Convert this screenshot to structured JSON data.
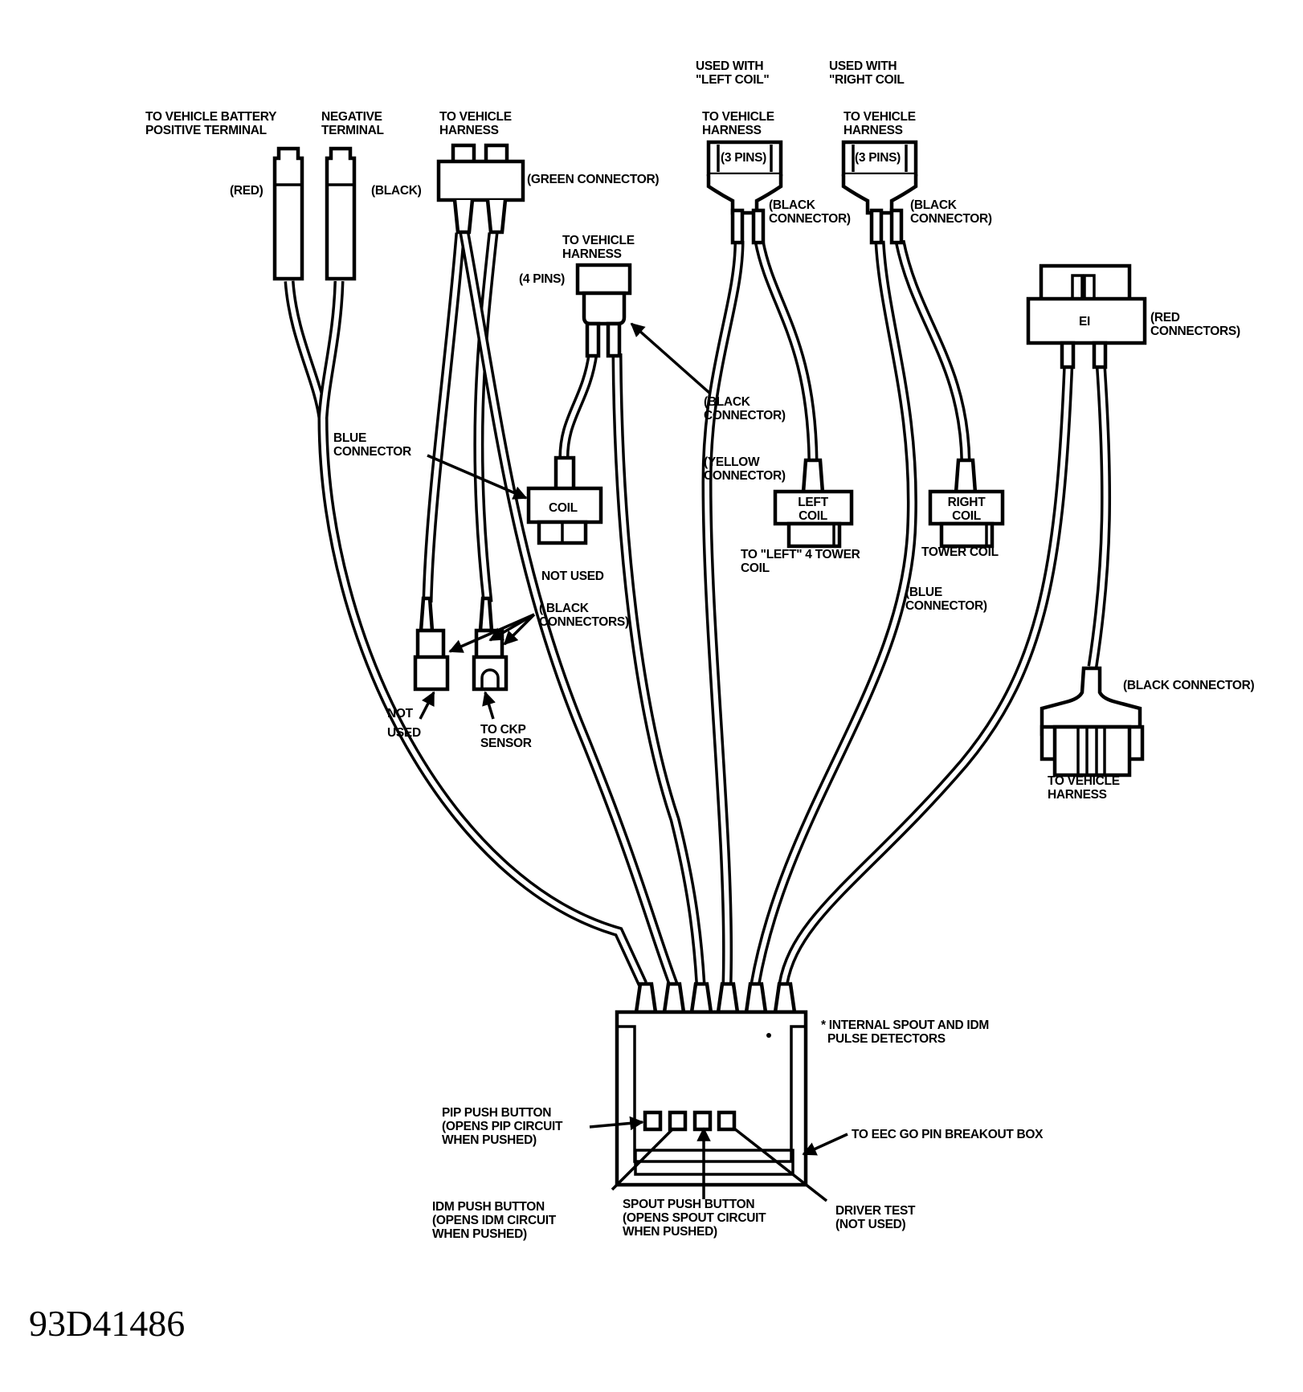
{
  "figure_id": "93D41486",
  "labels": {
    "battery_pos": [
      "TO VEHICLE BATTERY",
      "POSITIVE TERMINAL"
    ],
    "battery_neg": [
      "NEGATIVE",
      "TERMINAL"
    ],
    "red": "(RED)",
    "black": "(BLACK)",
    "green_harness": [
      "TO VEHICLE",
      "HARNESS"
    ],
    "green_connector": "(GREEN CONNECTOR)",
    "four_pin_harness": [
      "TO VEHICLE",
      "HARNESS"
    ],
    "four_pins": "(4 PINS)",
    "left_used_with": [
      "USED WITH",
      "\"LEFT COIL\""
    ],
    "right_used_with": [
      "USED WITH",
      "\"RIGHT COIL"
    ],
    "left_harness": [
      "TO VEHICLE",
      "HARNESS"
    ],
    "right_harness": [
      "TO VEHICLE",
      "HARNESS"
    ],
    "three_pins_left": "(3 PINS)",
    "three_pins_right": "(3 PINS)",
    "left_black_connector": [
      "(BLACK",
      "CONNECTOR)"
    ],
    "right_black_connector": [
      "(BLACK",
      "CONNECTOR)"
    ],
    "ei_label": "EI",
    "red_connectors": [
      "(RED",
      "CONNECTORS)"
    ],
    "blue_connector_left": [
      "BLUE",
      "CONNECTOR"
    ],
    "coil": "COIL",
    "not_used_coil": "NOT USED",
    "black_connector_mid": [
      "(BLACK",
      "CONNECTOR)"
    ],
    "yellow_connector": [
      "(YELLOW",
      "CONNECTOR)"
    ],
    "left_coil": [
      "LEFT",
      "COIL"
    ],
    "to_left_tower": [
      "TO \"LEFT\" 4 TOWER",
      "COIL"
    ],
    "right_coil": [
      "RIGHT",
      "COIL"
    ],
    "tower_coil": "TOWER COIL",
    "blue_connector_right": [
      "(BLUE",
      "CONNECTOR)"
    ],
    "black_connectors": [
      "( BLACK",
      "CONNECTORS)"
    ],
    "not_used_plug": [
      "NOT",
      "USED"
    ],
    "to_ckp": [
      "TO CKP",
      "SENSOR"
    ],
    "black_connector_ei": "(BLACK CONNECTOR)",
    "ei_harness": [
      "TO VEHICLE",
      "HARNESS"
    ],
    "internal_detectors": [
      "* INTERNAL SPOUT AND IDM",
      "PULSE DETECTORS"
    ],
    "pip_button": [
      "PIP PUSH BUTTON",
      "(OPENS PIP CIRCUIT",
      "WHEN PUSHED)"
    ],
    "eec_breakout": "TO EEC GO PIN BREAKOUT BOX",
    "idm_button": [
      "IDM PUSH BUTTON",
      "(OPENS IDM CIRCUIT",
      "WHEN PUSHED)"
    ],
    "spout_button": [
      "SPOUT PUSH BUTTON",
      "(OPENS SPOUT CIRCUIT",
      "WHEN PUSHED)"
    ],
    "driver_test": [
      "DRIVER TEST",
      "(NOT USED)"
    ]
  }
}
